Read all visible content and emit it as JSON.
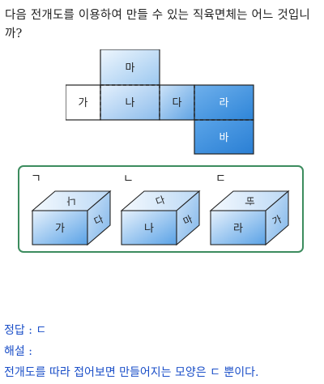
{
  "question": "다음 전개도를 이용하여 만들 수 있는 직육면체는 어느 것입니까?",
  "net": {
    "faces": [
      "마",
      "가",
      "나",
      "다",
      "라",
      "바"
    ]
  },
  "options": [
    {
      "label": "ㄱ",
      "front": "가",
      "side": "다",
      "top": "나"
    },
    {
      "label": "ㄴ",
      "front": "나",
      "side": "마",
      "top": "다"
    },
    {
      "label": "ㄷ",
      "front": "라",
      "side": "가",
      "top": "바"
    }
  ],
  "answer": {
    "prefix": "정답 : ",
    "value": "ㄷ"
  },
  "explanation": {
    "heading": "해설 :",
    "text": "전개도를 따라 접어보면 만들어지는 모양은 ㄷ 뿐이다."
  },
  "colors": {
    "face_light": "#dcebfa",
    "face_mid": "#9dc6ee",
    "face_dark": "#3d90dc",
    "border_green": "#3c8c5e",
    "answer_blue": "#1b4fc8"
  }
}
